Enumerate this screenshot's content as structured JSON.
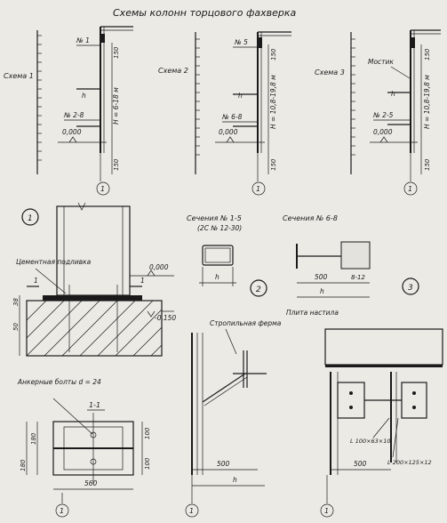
{
  "title": "Схемы колонн торцового фахверка",
  "schemes": [
    {
      "label": "Схема 1",
      "mark_top": "№ 1",
      "mark_mid": "h",
      "mark_low": "№ 2-8",
      "height": "H = 6-18 м",
      "dim_top": "150",
      "dim_bot": "150",
      "level": "0,000",
      "axis": "1"
    },
    {
      "label": "Схема 2",
      "mark_top": "№ 5",
      "mark_mid": "h",
      "mark_low": "№ 6-8",
      "height": "H = 10,8-19,8 м",
      "dim_top": "150",
      "dim_bot": "150",
      "level": "0,000",
      "axis": "1"
    },
    {
      "label": "Схема 3",
      "mark_top": "Мостик",
      "mark_mid": "h",
      "mark_low": "№ 2-5",
      "height": "H = 10,8-19,8 м",
      "dim_top": "150",
      "dim_bot": "150",
      "level": "0,000",
      "axis": "1"
    }
  ],
  "detail1": {
    "num": "1",
    "cement": "Цементная подливка",
    "level_top": "0,000",
    "level_bot": "-0,150",
    "dim_38": "38",
    "dim_50": "50",
    "marker": "1"
  },
  "section15": {
    "title": "Сечения  № 1-5",
    "sub": "(2С № 12-30)",
    "h": "h",
    "num": "2"
  },
  "section68": {
    "title": "Сечения  № 6-8",
    "d500": "500",
    "d812": "8-12",
    "h": "h",
    "plate": "Плита настила",
    "num": "3"
  },
  "anchor": {
    "label": "Анкерные болты d = 24",
    "section": "1-1",
    "d100a": "100",
    "d100b": "100",
    "d180a": "180",
    "d180b": "180",
    "d560": "560",
    "axis": "1"
  },
  "truss": {
    "label": "Стропильная ферма",
    "d500": "500",
    "h": "h",
    "axis": "1"
  },
  "bottom_right": {
    "angle1": "L 100×63×10",
    "angle2": "L 200×125×12",
    "d500": "500",
    "axis": "1"
  }
}
